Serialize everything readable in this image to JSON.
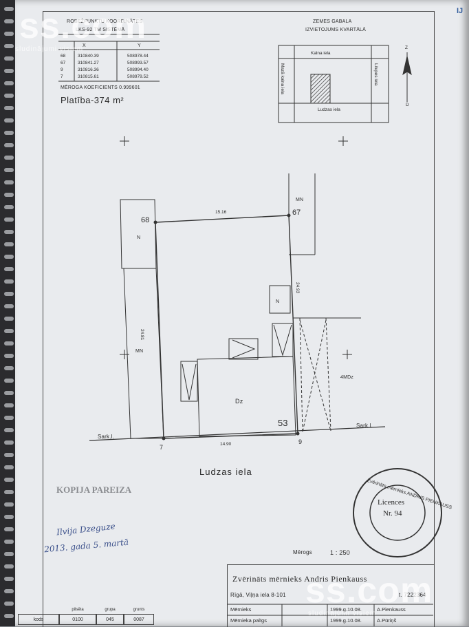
{
  "watermark": {
    "brand": "ss.com",
    "sub": "sludinājumi visiem"
  },
  "coords": {
    "title1": "ROBEŽPUNKTU KOORDINĀTES",
    "title2": "LKS-92 TM SISTĒMĀ",
    "col_x": "X",
    "col_y": "Y",
    "rows": [
      {
        "id": "68",
        "x": "310840.39",
        "y": "508978.44"
      },
      {
        "id": "67",
        "x": "310841.27",
        "y": "508993.57"
      },
      {
        "id": "9",
        "x": "310816.36",
        "y": "508994.40"
      },
      {
        "id": "7",
        "x": "310815.61",
        "y": "508979.52"
      }
    ],
    "scale_coef": "MĒROGA KOEFICIENTS 0.999601",
    "area": "Platība-374  m²"
  },
  "location": {
    "title1": "ZEMES GABALA",
    "title2": "IZVIETOJUMS KVARTĀLĀ",
    "street_top": "Kalna iela",
    "street_left": "Mazā kalna iela",
    "street_right": "Lilupes iela",
    "street_bottom": "Ludzas iela",
    "north": "Z",
    "south": "D"
  },
  "plan": {
    "p68": "68",
    "p67": "67",
    "p7": "7",
    "p9": "9",
    "p53": "53",
    "len_top": "15.16",
    "len_left": "24.81",
    "len_right": "24.93",
    "len_bottom": "14.90",
    "lbl_mn_top": "MN",
    "lbl_n_left": "N",
    "lbl_mn_left": "MN",
    "lbl_n_mid": "N",
    "lbl_dz": "Dz",
    "lbl_4mdz": "4MDz",
    "sark_left": "Sark.l.",
    "sark_right": "Sark.l.",
    "street": "Ludzas iela"
  },
  "copy_stamp": {
    "title": "KOPIJA PAREIZA",
    "handwriting1": "Ilvija Dzeguze",
    "handwriting2": "2013. gada 5. martā"
  },
  "seal": {
    "ring": "Zvērināts mērnieks  ANDRIS PIENKAUSS",
    "center1": "Licences",
    "center2": "Nr. 94"
  },
  "scale": {
    "label": "Mērogs",
    "value": "1 : 250"
  },
  "titleblock": {
    "surveyor": "Zvērināts mērnieks Andris Pienkauss",
    "address": "Rīgā, Viļņa iela 8-101",
    "phone": "t. 7222364",
    "row1_role": "Mērnieks",
    "row1_date": "1999.g.10.08.",
    "row1_name": "A.Pienkauss",
    "row2_role": "Mērnieka palīgs",
    "row2_date": "1999.g.10.08.",
    "row2_name": "A.Pūriņš"
  },
  "codes": {
    "h_pilseta": "pilsēta",
    "h_grupa": "grupa",
    "h_grunts": "grunts",
    "label": "kods",
    "v_pilseta": "0100",
    "v_grupa": "045",
    "v_grunts": "0087"
  },
  "edge_mark": "IJ"
}
